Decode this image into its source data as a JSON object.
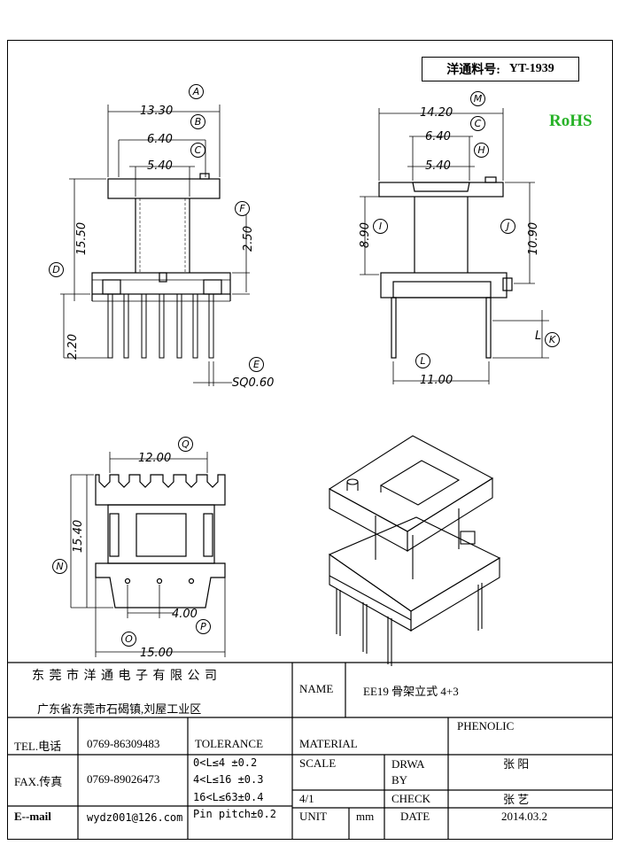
{
  "part_number": {
    "label": "洋通料号:",
    "value": "YT-1939"
  },
  "rohs": "RoHS",
  "dimensions": {
    "A": "13.30",
    "B": "6.40",
    "C": "5.40",
    "D": "15.50",
    "F": "2.50",
    "E": "SQ0.60",
    "dim_220": "2.20",
    "M": "14.20",
    "C2": "6.40",
    "H": "5.40",
    "I": "8.90",
    "J": "10.90",
    "L": "11.00",
    "K": "L",
    "Q": "12.00",
    "N": "15.40",
    "P": "4.00",
    "O": "15.00"
  },
  "labels": [
    "A",
    "B",
    "C",
    "D",
    "E",
    "F",
    "M",
    "C",
    "H",
    "I",
    "J",
    "K",
    "L",
    "Q",
    "N",
    "P",
    "O"
  ],
  "title_block": {
    "company": "东 莞 市 洋 通 电 子 有 限 公 司",
    "address": "广东省东莞市石碣镇,刘屋工业区",
    "name_label": "NAME",
    "name_value": "EE19 骨架立式 4+3",
    "tel_label": "TEL.电话",
    "tel_value": "0769-86309483",
    "tolerance_label": "TOLERANCE",
    "material_label": "MATERIAL",
    "material_value": "PHENOLIC",
    "fax_label": "FAX.传真",
    "fax_value": "0769-89026473",
    "tol_1": "0<L≤4  ±0.2",
    "tol_2": "4<L≤16 ±0.3",
    "tol_3": "16<L≤63±0.4",
    "tol_4": "Pin pitch±0.2",
    "scale_label": "SCALE",
    "scale_value": "4/1",
    "drawn_label": "DRWA BY",
    "drawn_value": "张 阳",
    "check_label": "CHECK",
    "check_value": "张 艺",
    "email_label": "E--mail",
    "email_value": "wydz001@126.com",
    "unit_label": "UNIT",
    "unit_value": "mm",
    "date_label": "DATE",
    "date_value": "2014.03.2"
  }
}
